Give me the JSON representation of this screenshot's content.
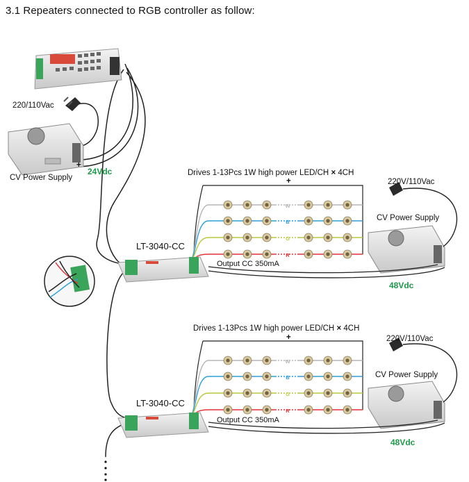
{
  "heading": "3.1  Repeaters connected to RGB controller as follow:",
  "controller": {
    "mains_label": "220/110Vac",
    "psu_label": "CV Power Supply",
    "dc_label": "24Vdc"
  },
  "repeaters": [
    {
      "model": "LT-3040-CC",
      "drives_label": "Drives 1-13Pcs 1W high power LED/CH",
      "multiplier": "×",
      "channel_count": "4CH",
      "output_label": "Output CC 350mA",
      "mains_label": "220V/110Vac",
      "psu_label": "CV Power Supply",
      "dc_label": "48Vdc",
      "channels": [
        {
          "letter": "W",
          "color": "#b5b5b5"
        },
        {
          "letter": "B",
          "color": "#2f9fd8"
        },
        {
          "letter": "G",
          "color": "#b9c93a"
        },
        {
          "letter": "R",
          "color": "#e0343a"
        }
      ]
    },
    {
      "model": "LT-3040-CC",
      "drives_label": "Drives 1-13Pcs 1W high power LED/CH",
      "multiplier": "×",
      "channel_count": "4CH",
      "output_label": "Output CC 350mA",
      "mains_label": "220V/110Vac",
      "psu_label": "CV Power Supply",
      "dc_label": "48Vdc",
      "channels": [
        {
          "letter": "W",
          "color": "#b5b5b5"
        },
        {
          "letter": "B",
          "color": "#2f9fd8"
        },
        {
          "letter": "G",
          "color": "#b9c93a"
        },
        {
          "letter": "R",
          "color": "#e0343a"
        }
      ]
    }
  ],
  "terminal_marks": {
    "plus": "+",
    "minus": "-"
  },
  "colors": {
    "wire": "#222222",
    "dc_label": "#1d9a4a",
    "device_body": "#e6e6e6"
  }
}
